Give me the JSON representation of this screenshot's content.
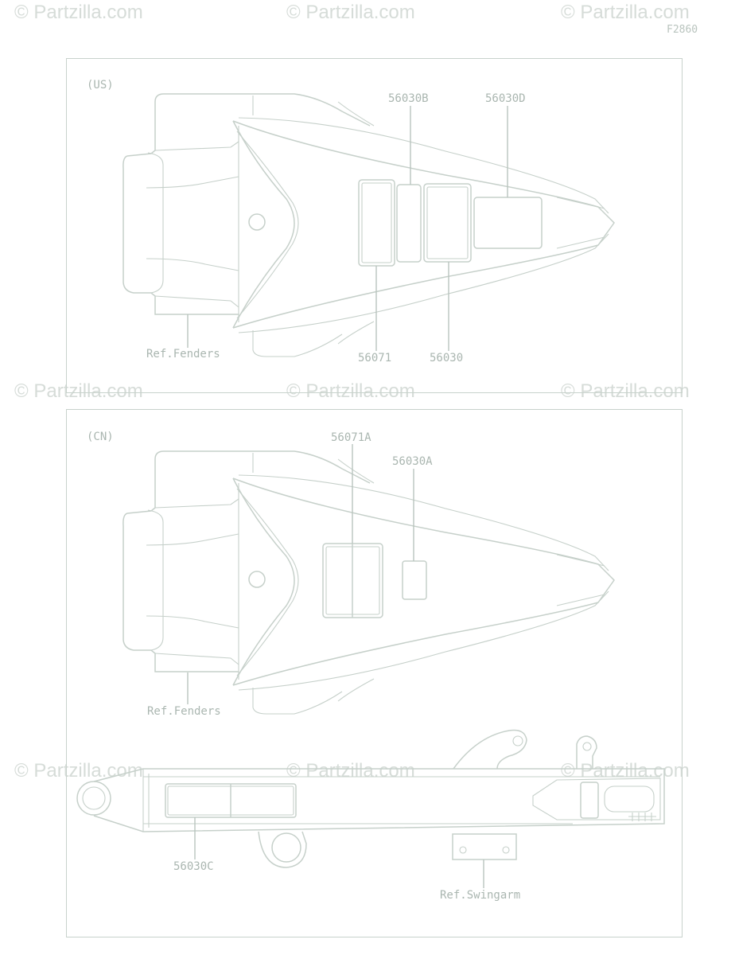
{
  "watermark_text": "© Partzilla.com",
  "figure_id": "F2860",
  "panels": {
    "us": {
      "region": "(US)"
    },
    "cn": {
      "region": "(CN)"
    }
  },
  "callouts": {
    "us_56030B": "56030B",
    "us_56030D": "56030D",
    "us_56071": "56071",
    "us_56030": "56030",
    "us_ref_fenders": "Ref.Fenders",
    "cn_56071A": "56071A",
    "cn_56030A": "56030A",
    "cn_ref_fenders": "Ref.Fenders",
    "cn_56030C": "56030C",
    "cn_ref_swingarm": "Ref.Swingarm"
  },
  "colors": {
    "line": "#c6d0ca",
    "text": "#aab6b0",
    "watermark": "#d6dcd8"
  }
}
